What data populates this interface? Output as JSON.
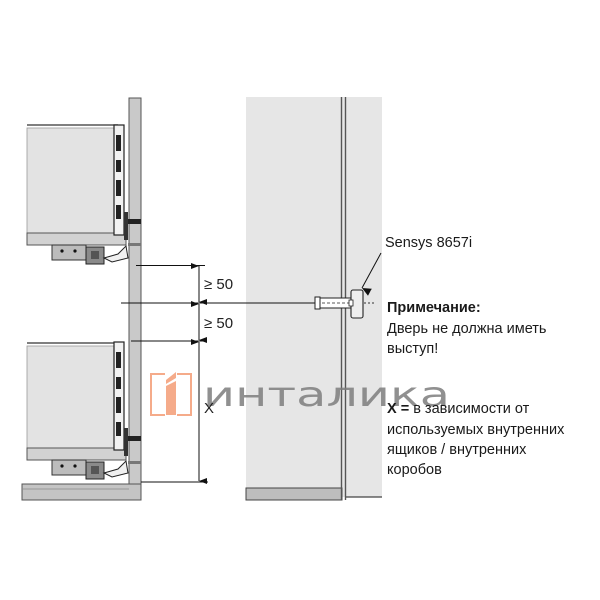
{
  "diagram": {
    "product_label": "Sensys 8657i",
    "dimensions": {
      "gap_upper": "≥ 50",
      "gap_lower": "≥ 50",
      "x_label": "X"
    },
    "note": {
      "title": "Примечание:",
      "lines": [
        "Дверь не должна иметь",
        "выступ!"
      ]
    },
    "x_definition": {
      "key": "X =",
      "lines": [
        "в зависимости от",
        "используемых внутренних",
        "ящиков / внутренних",
        "коробов"
      ]
    },
    "watermark": {
      "text": "инталика"
    },
    "colors": {
      "panel_fill": "#e6e6e6",
      "side_panel_fill": "#c9c9c9",
      "drawer_fill": "#e3e3e3",
      "outline": "#555555",
      "logo_orange": "#f4a37e",
      "watermark_gray": "#7d7d7d"
    }
  }
}
